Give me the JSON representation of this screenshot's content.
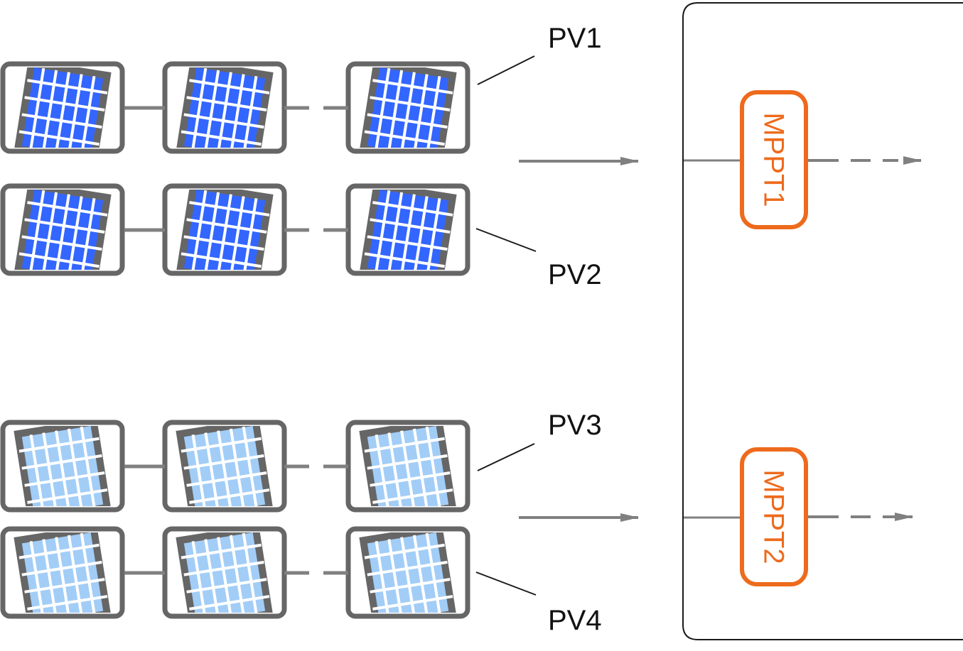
{
  "colors": {
    "frame": "#666666",
    "line": "#808080",
    "panel_dark": "#3366ff",
    "panel_light": "#a2cdf7",
    "grid": "#ffffff",
    "mppt": "#ee6a1c",
    "enclosure": "#1a1a1a",
    "label_line": "#1a1a1a"
  },
  "strings": [
    {
      "label": "PV1",
      "shade": "dark"
    },
    {
      "label": "PV2",
      "shade": "dark"
    },
    {
      "label": "PV3",
      "shade": "light"
    },
    {
      "label": "PV4",
      "shade": "light"
    }
  ],
  "trackers": [
    {
      "label": "MPPT1"
    },
    {
      "label": "MPPT2"
    }
  ],
  "icons": {
    "panel": "solar-panel-icon",
    "arrow": "arrow-right-icon"
  }
}
